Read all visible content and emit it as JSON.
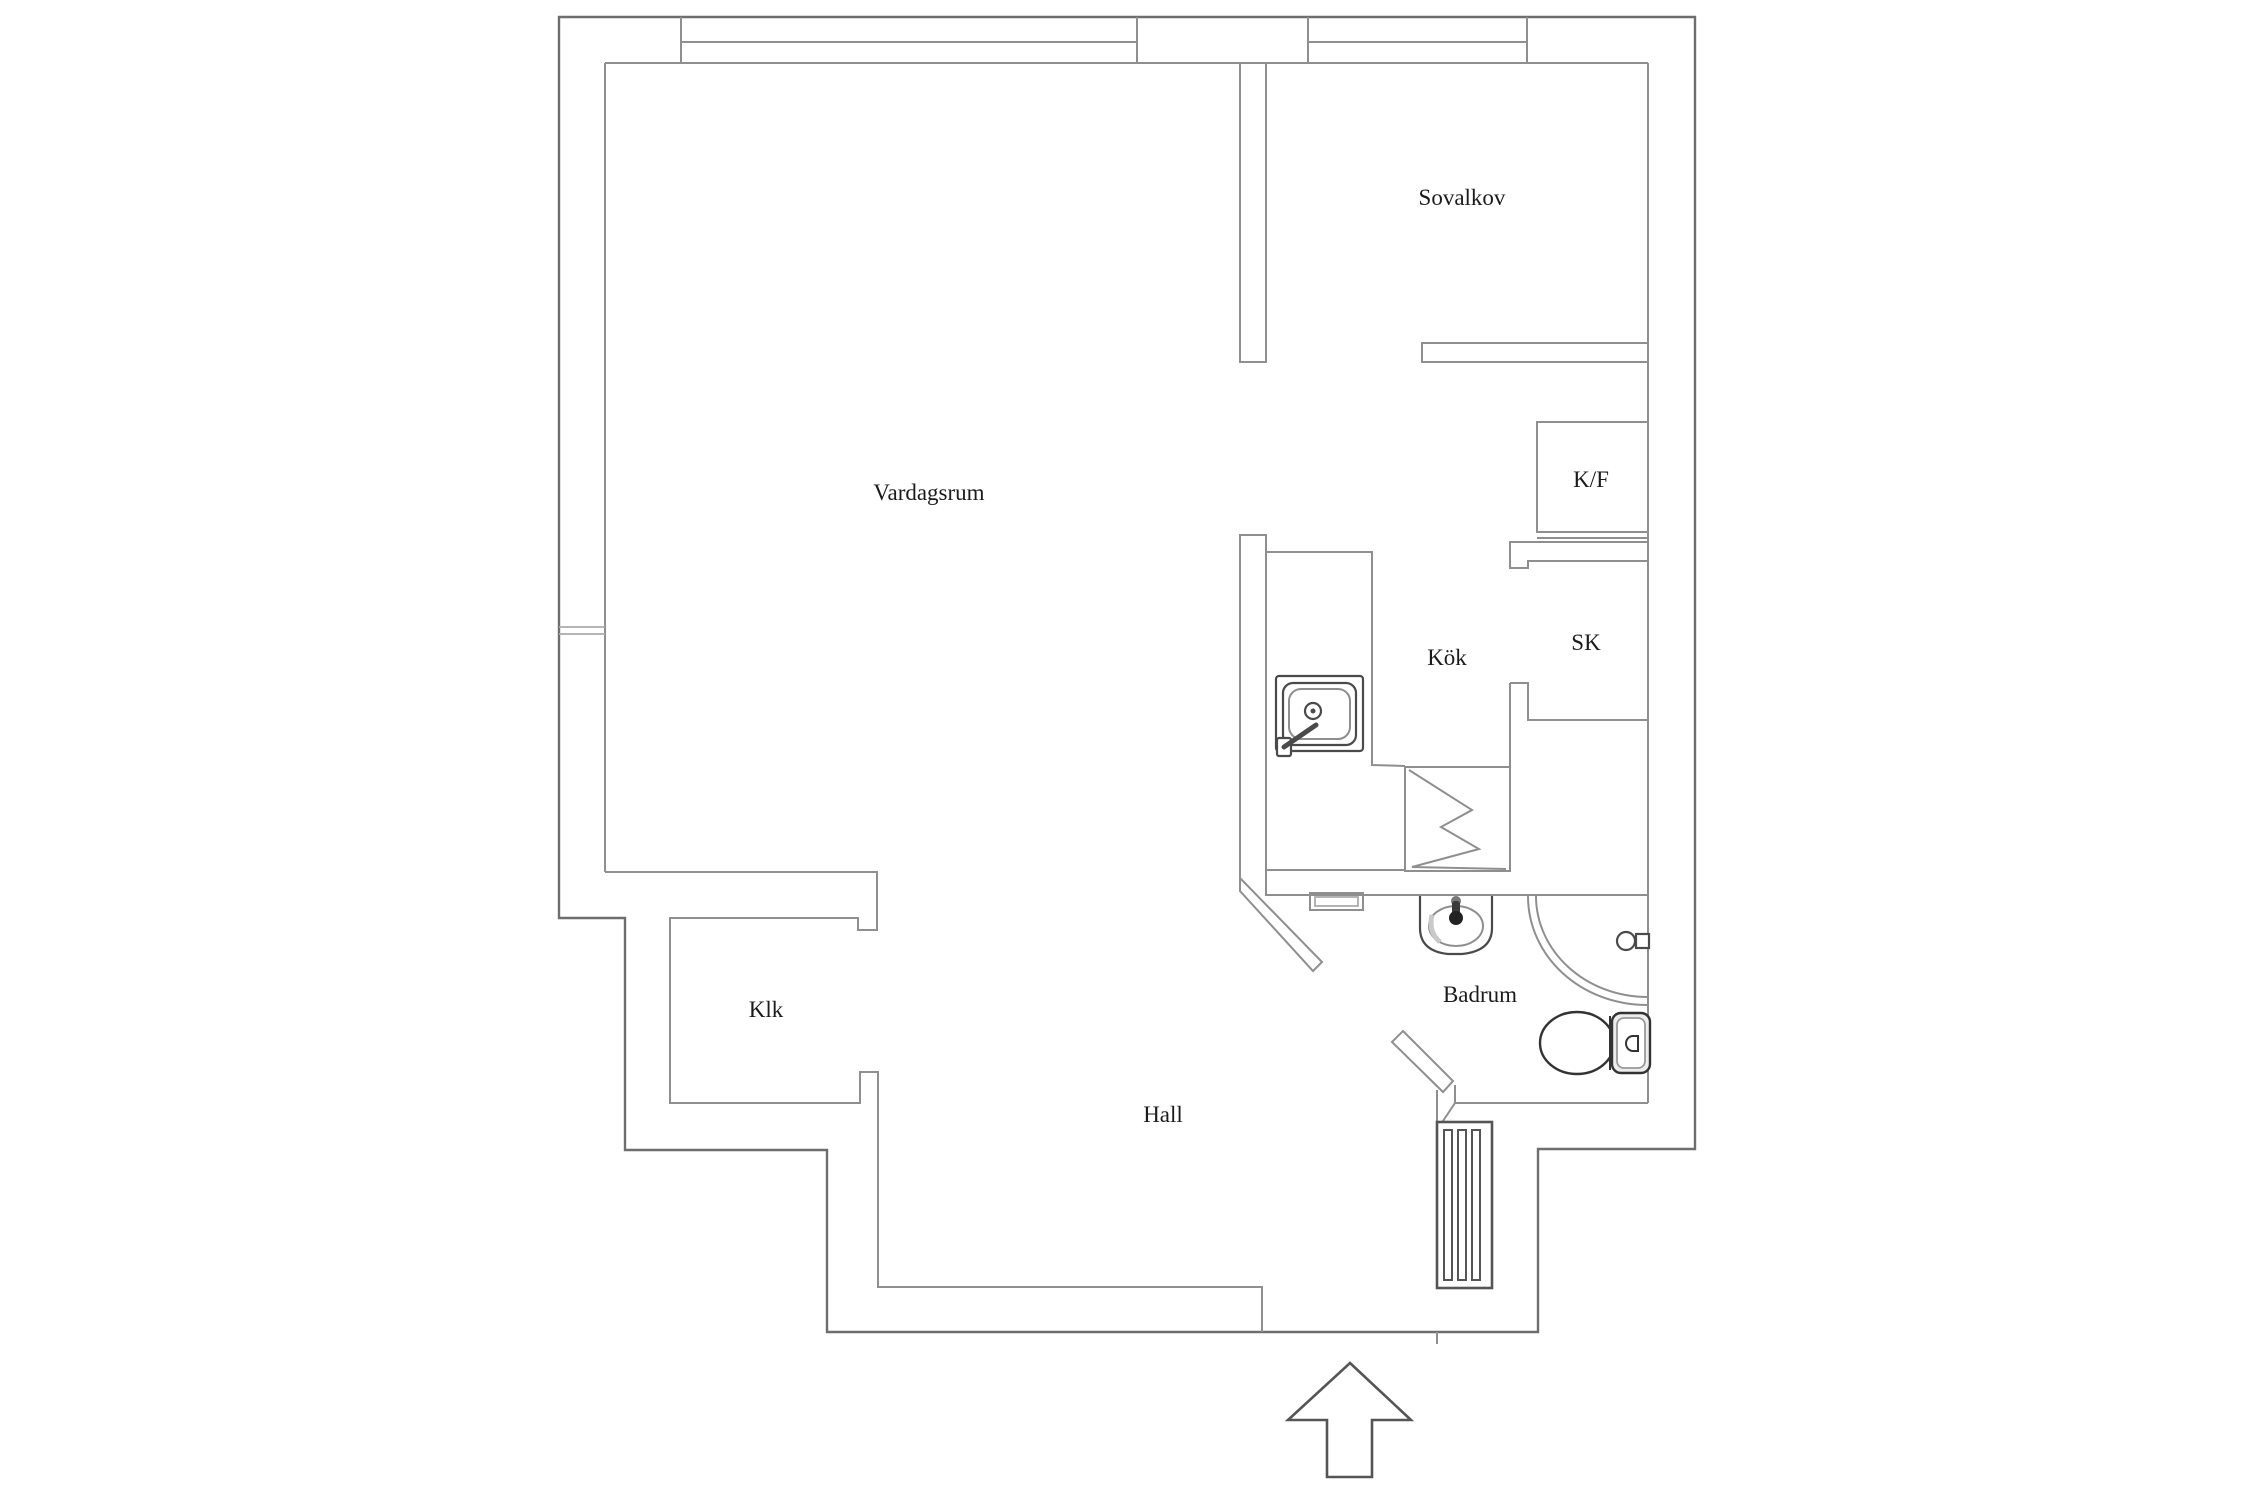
{
  "document": {
    "type": "apartment floor plan",
    "background": "#ffffff"
  },
  "rooms": {
    "vardagsrum": {
      "label": "Vardagsrum"
    },
    "sovalkov": {
      "label": "Sovalkov"
    },
    "kok": {
      "label": "Kök"
    },
    "kf": {
      "label": "K/F"
    },
    "sk": {
      "label": "SK"
    },
    "badrum": {
      "label": "Badrum"
    },
    "klk": {
      "label": "Klk"
    },
    "hall": {
      "label": "Hall"
    }
  },
  "colors": {
    "background": "#ffffff",
    "wall_outer": "#6e6e6e",
    "wall_inner": "#8f8f8f",
    "fixture": "#4a4a4a",
    "text": "#1b1b1b"
  },
  "icons": {
    "entrance_arrow": "entry-direction-arrow",
    "stove_symbol": "lightning-bolt",
    "windows": "double-line-wall-openings"
  }
}
